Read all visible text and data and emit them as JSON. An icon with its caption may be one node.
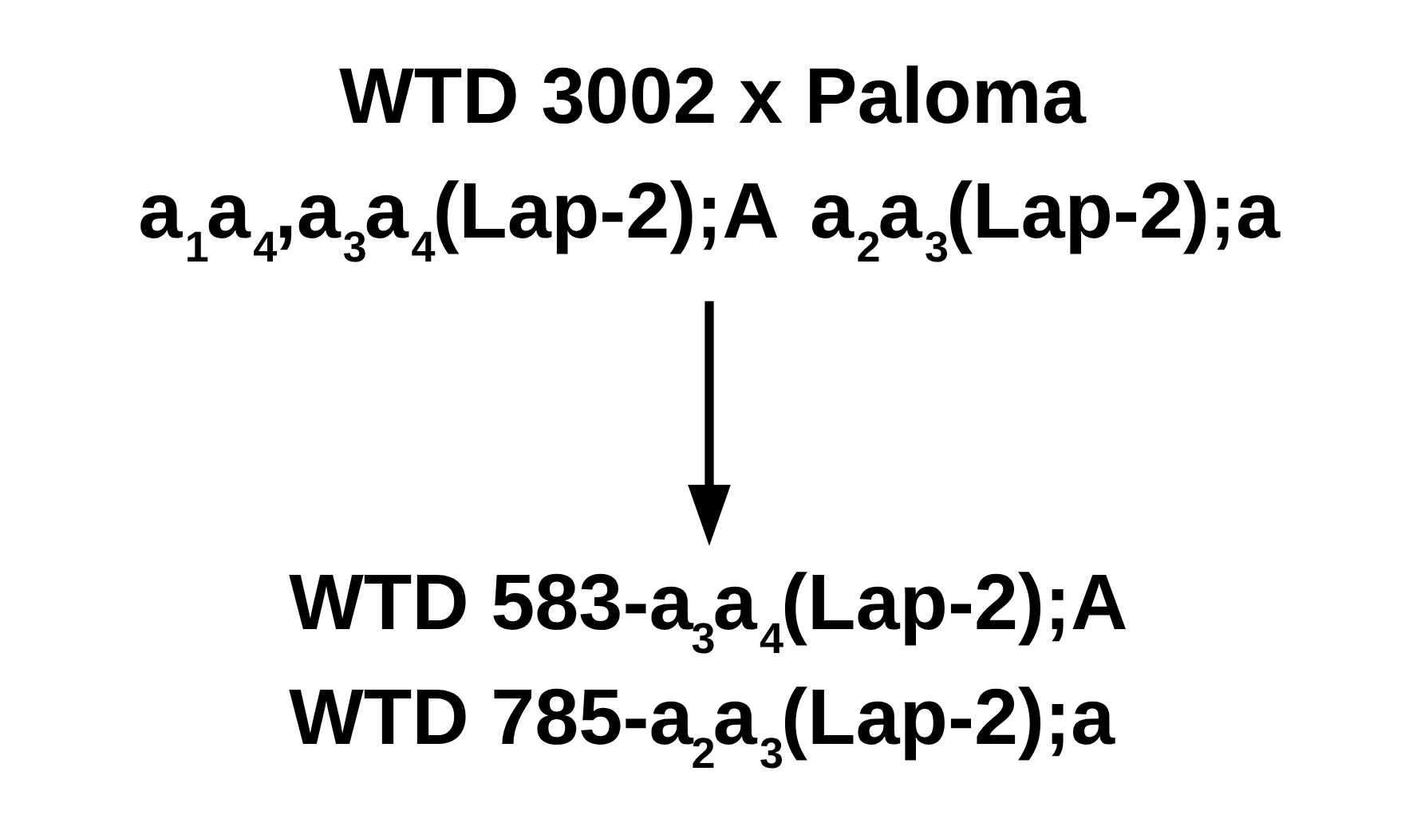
{
  "diagram": {
    "nodes": [
      {
        "text": [
          "WTD 3002 x Paloma",
          "a$_{1}$a$_{4}$,a$_{3}$a$_{4}$(Lap-2);A",
          "a$_{2}$a$_{3}$(Lap-2);a"
        ]
      },
      {
        "text": [
          "WTD 583-a$_{3}$a$_{4}$(Lap-2);A",
          "WTD 785-a$_{2}$a$_{3}$(Lap-2);a"
        ]
      }
    ],
    "edges": [
      {
        "from": 0,
        "to": 1,
        "arrow": "to"
      }
    ]
  }
}
